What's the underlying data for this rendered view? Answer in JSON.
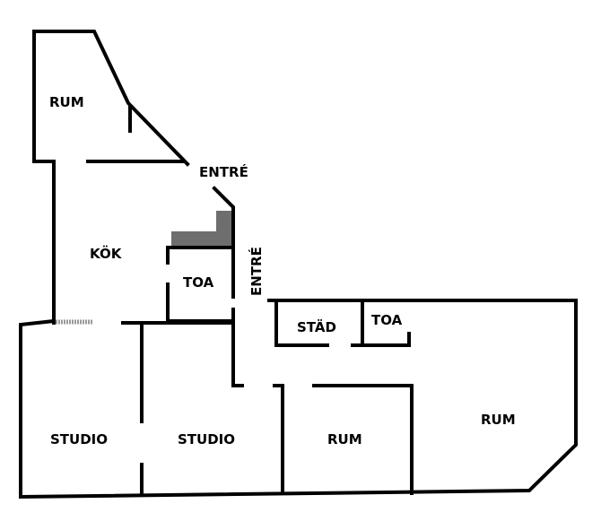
{
  "rooms": {
    "rum_top": "RUM",
    "entre_top": "ENTRÉ",
    "kok": "KÖK",
    "toa_left": "TOA",
    "entre_side": "ENTRÉ",
    "stad": "STÄD",
    "toa_right": "TOA",
    "rum_right": "RUM",
    "studio_left": "STUDIO",
    "studio_mid": "STUDIO",
    "rum_bottom": "RUM"
  },
  "colors": {
    "wall": "#000000",
    "shaded_fixture": "#6e6e6e",
    "window_strip": "#9a9a9a",
    "background": "#ffffff"
  }
}
